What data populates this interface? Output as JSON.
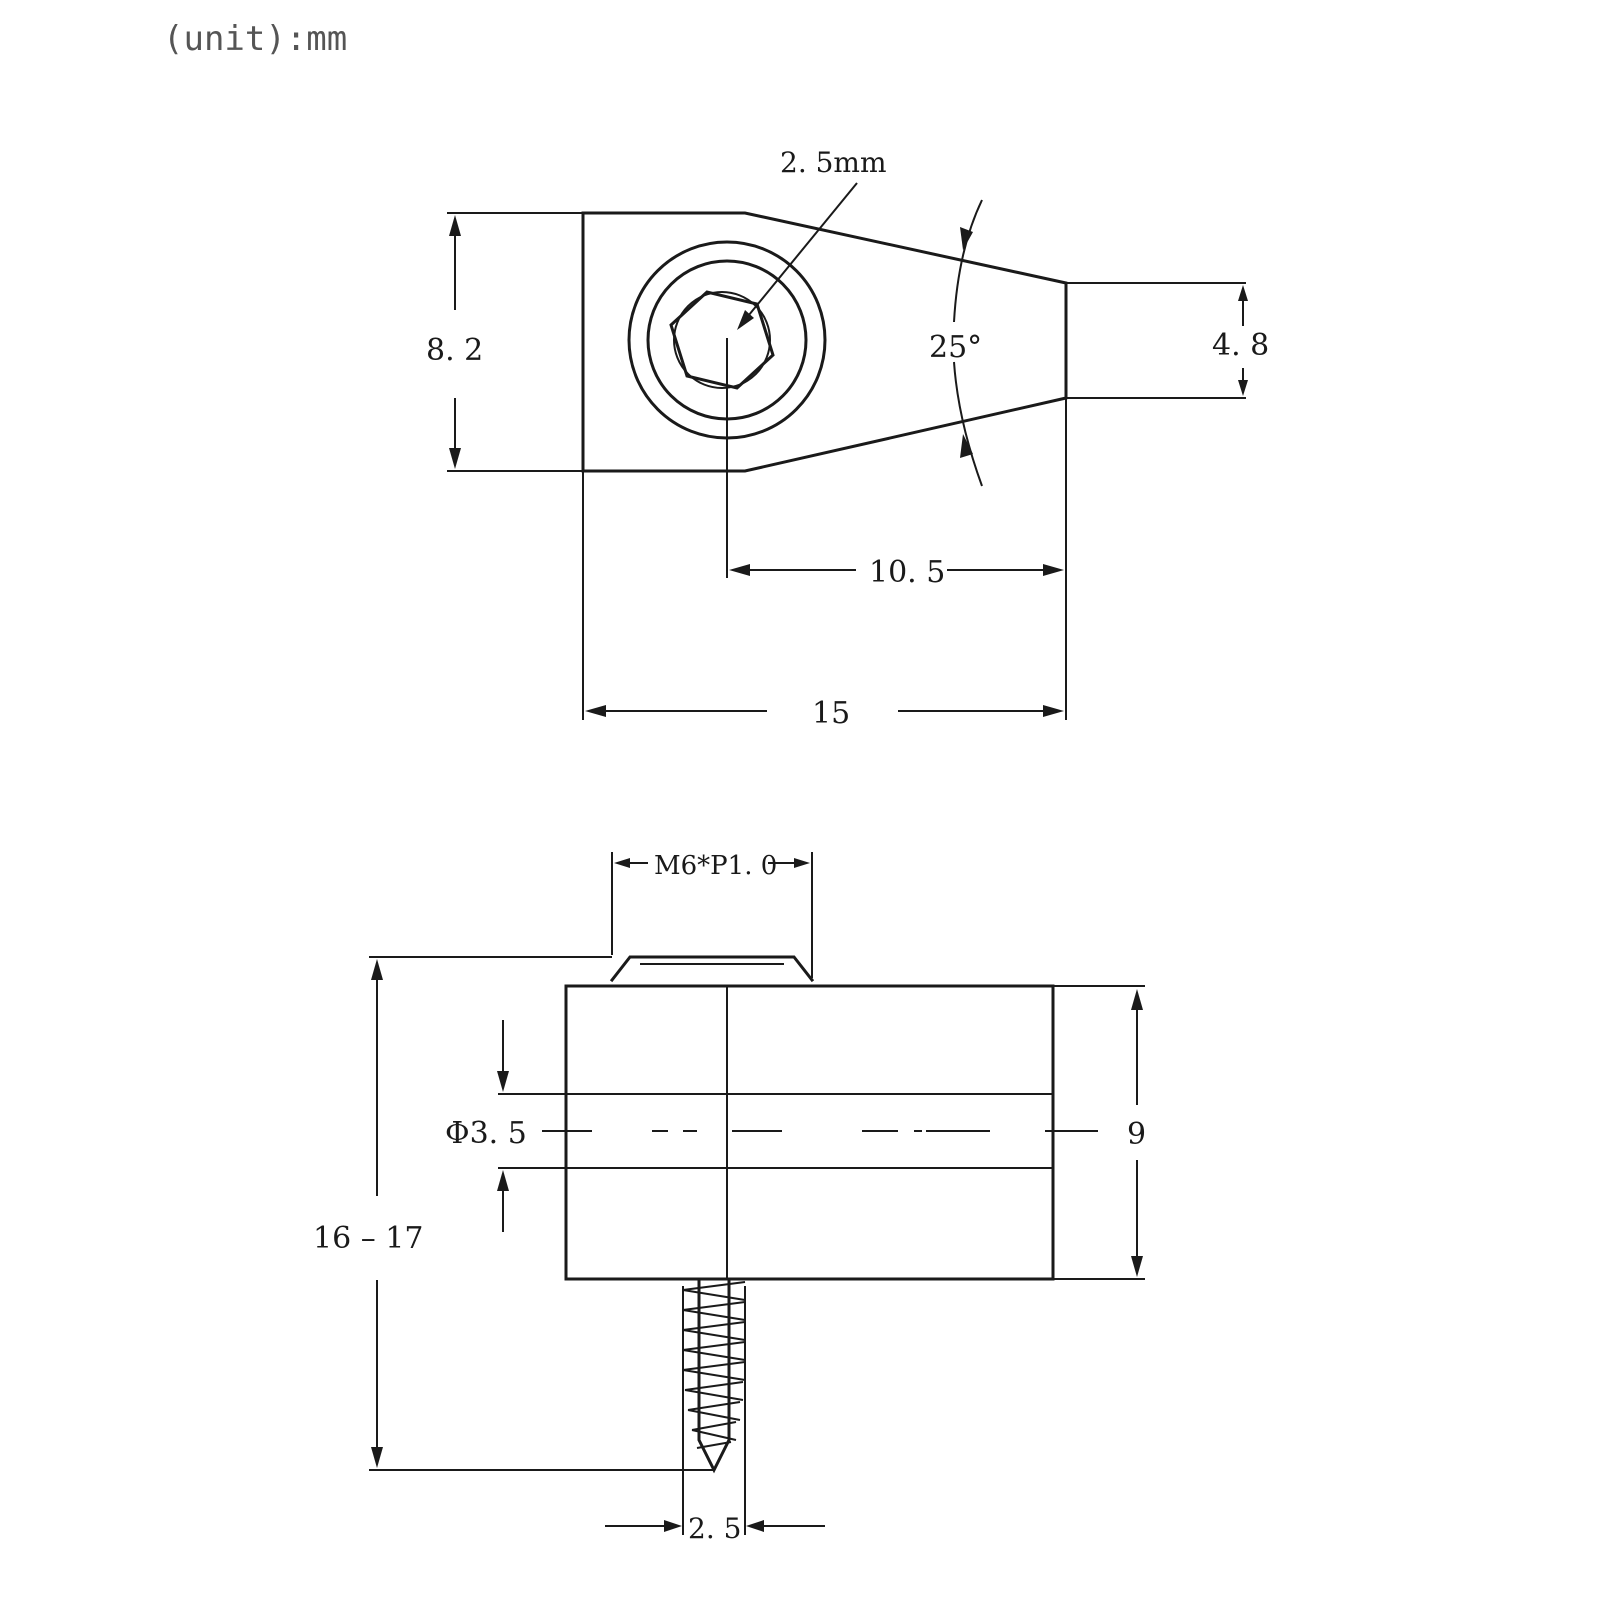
{
  "unit_note": "(unit):mm",
  "top_view": {
    "hex_socket_label": "2. 5mm",
    "height_label": "8. 2",
    "tip_height_label": "4. 8",
    "angle_label": "25°",
    "center_to_tip_label": "10. 5",
    "length_label": "15"
  },
  "side_view": {
    "thread_label": "M6*P1. 0",
    "hole_diameter_label": "Φ3. 5",
    "block_height_label": "9",
    "total_height_label": "16 – 17",
    "screw_diameter_label": "2. 5"
  }
}
